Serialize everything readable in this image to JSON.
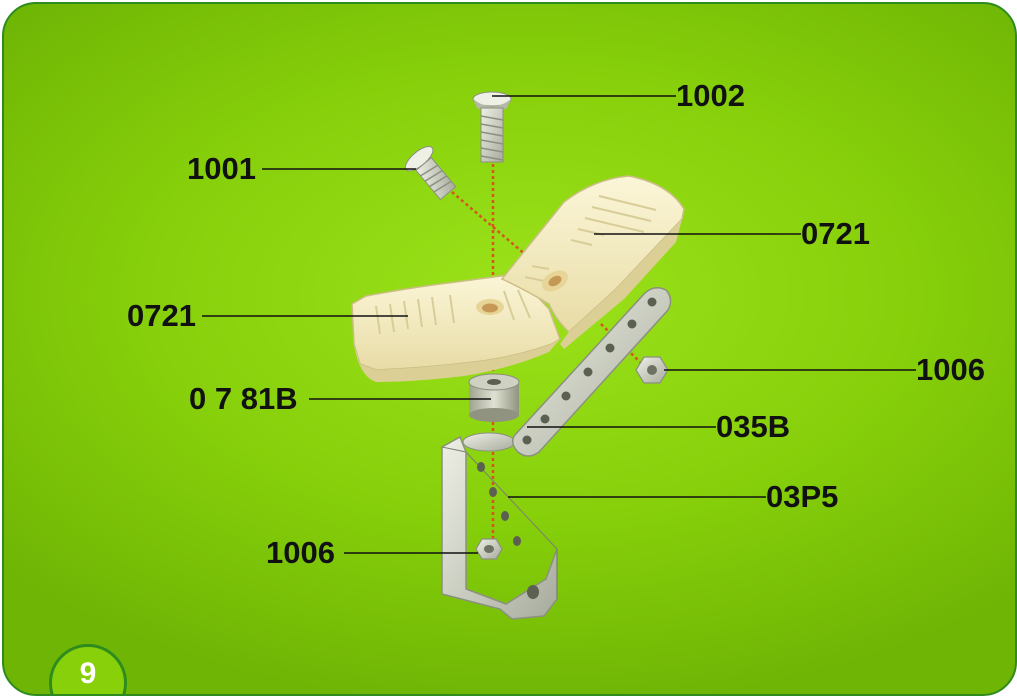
{
  "step_number": "9",
  "colors": {
    "background": "#8fd60f",
    "border": "#2e8b1e",
    "label_text": "#111111",
    "guide_line": "#d9531e",
    "plastic_part": "#f3ecc4",
    "metal_part": "#c9ccc0"
  },
  "parts": [
    {
      "id": "screw_long",
      "label": "1002",
      "icon": "screw-icon"
    },
    {
      "id": "screw_short",
      "label": "1001",
      "icon": "screw-icon"
    },
    {
      "id": "pedal_right",
      "label": "0721",
      "icon": "pedal-plate-icon"
    },
    {
      "id": "pedal_left",
      "label": "0721",
      "icon": "pedal-plate-icon"
    },
    {
      "id": "nut_right",
      "label": "1006",
      "icon": "hex-nut-icon"
    },
    {
      "id": "spacer",
      "label": "0 7 81B",
      "icon": "spacer-icon"
    },
    {
      "id": "strip",
      "label": "035B",
      "icon": "metal-strip-icon"
    },
    {
      "id": "bracket",
      "label": "03P5",
      "icon": "bracket-icon"
    },
    {
      "id": "nut_bottom",
      "label": "1006",
      "icon": "hex-nut-icon"
    }
  ]
}
